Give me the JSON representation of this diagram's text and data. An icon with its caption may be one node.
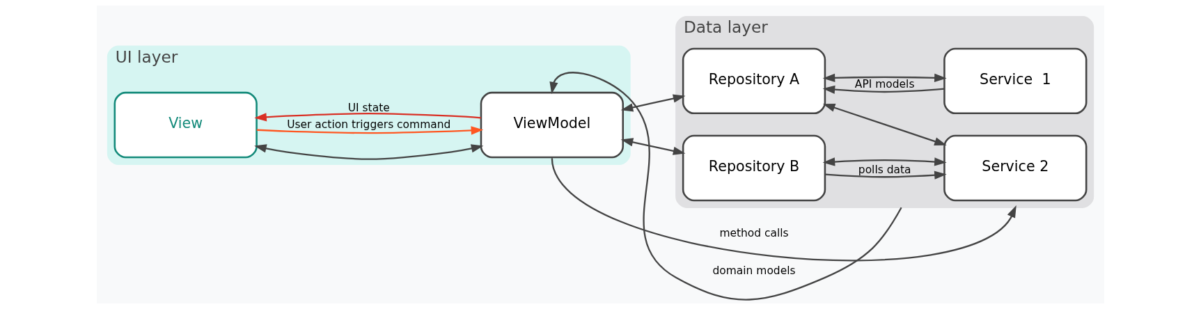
{
  "diagram": {
    "nodes": [
      {
        "text": [
          "UI layer"
        ]
      },
      {
        "text": [
          "View"
        ],
        "in": 0
      },
      {
        "text": [
          "ViewModel"
        ],
        "in": 0
      },
      {
        "text": [
          "Data layer"
        ]
      },
      {
        "text": [
          "Repository A"
        ],
        "in": 3
      },
      {
        "text": [
          "Repository B"
        ],
        "in": 3
      },
      {
        "text": [
          "Service  1"
        ],
        "in": 3
      },
      {
        "text": [
          "Service 2"
        ],
        "in": 3
      }
    ],
    "edges": [
      {
        "from": 2,
        "to": 1,
        "arrow": "to",
        "label": "UI state",
        "color": "#d93025"
      },
      {
        "from": 1,
        "to": 2,
        "arrow": "both"
      },
      {
        "from": 1,
        "to": 2,
        "arrow": "to",
        "label": "User action triggers command",
        "color": "#ff5722"
      },
      {
        "from": 2,
        "to": 3,
        "arrow": "to",
        "label": "method calls"
      },
      {
        "from": 2,
        "to": 4,
        "arrow": "both"
      },
      {
        "from": 2,
        "to": 5,
        "arrow": "both"
      },
      {
        "from": 3,
        "to": 2,
        "arrow": "to",
        "label": "domain models"
      },
      {
        "from": 6,
        "to": 4,
        "arrow": "to",
        "label": "API models"
      },
      {
        "from": 4,
        "to": 6,
        "arrow": "both"
      },
      {
        "from": 4,
        "to": 7,
        "arrow": "both"
      },
      {
        "from": 5,
        "to": 7,
        "arrow": "both"
      },
      {
        "from": 5,
        "to": 7,
        "arrow": "to",
        "label": "polls data"
      }
    ]
  }
}
